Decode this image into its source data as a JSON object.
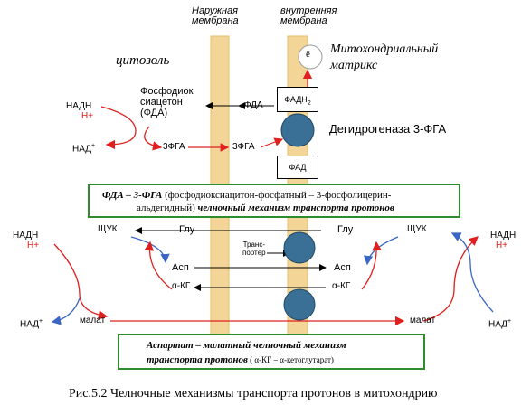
{
  "membranes": {
    "outer_label_line1": "Наружная",
    "outer_label_line2": "мембрана",
    "inner_label_line1": "внутренняя",
    "inner_label_line2": "мембрана"
  },
  "compartments": {
    "cytosol": "цитозоль",
    "matrix_line1": "Митохондриальный",
    "matrix_line2": "матрикс",
    "electron": "ē"
  },
  "fga_shuttle": {
    "nadh": "НАДН",
    "h_plus": "Н+",
    "nad": "НАД",
    "nad_sup": "+",
    "dha_line1": "Фосфодиок",
    "dha_line2": "сиацетон",
    "dha_line3": "(ФДА)",
    "fda": "ФДА",
    "fga_left": "3ФГА",
    "fga_right": "3ФГА",
    "fadh": "ФАДН",
    "fadh_sub": "2",
    "fad": "ФАД",
    "enzyme": "Дегидрогеназа 3-ФГА"
  },
  "caption_fga": {
    "bold_part": "ФДА – 3-ФГА",
    "normal_part": " (фосфодиоксиацитон-фосфатный – 3-фосфолицерин-",
    "line2_normal": "альдегидный) ",
    "line2_italic": "челночный механизм транспорта протонов"
  },
  "malate_shuttle": {
    "nadh_left": "НАДН",
    "h_left": "Н+",
    "nad_left": "НАД",
    "nad_left_sup": "+",
    "shuk_left": "ЩУК",
    "glu_left": "Глу",
    "asp_left": "Асп",
    "akg_left": "α-КГ",
    "malate_left": "малат",
    "transporter_line1": "Транс-",
    "transporter_line2": "портёр",
    "glu_right": "Глу",
    "asp_right": "Асп",
    "akg_right": "α-КГ",
    "malate_right": "малат",
    "shuk_right": "ЩУК",
    "nadh_right": "НАДН",
    "h_right": "Н+",
    "nad_right": "НАД",
    "nad_right_sup": "+"
  },
  "caption_malate": {
    "line1": "Аспартат – малатный челночный механизм",
    "line2": "транспорта протонов",
    "line2_tail": " ( α-КГ – α-кетоглутарат)"
  },
  "figure_caption": "Рис.5.2 Челночные механизмы транспорта протонов в митохондрию",
  "colors": {
    "membrane": "#f3d598",
    "membrane_edge": "#e6bf6a",
    "enzyme": "#3a6f96",
    "red": "#e0201e",
    "blue": "#3a66c4",
    "green_border": "#2e8b2e"
  }
}
